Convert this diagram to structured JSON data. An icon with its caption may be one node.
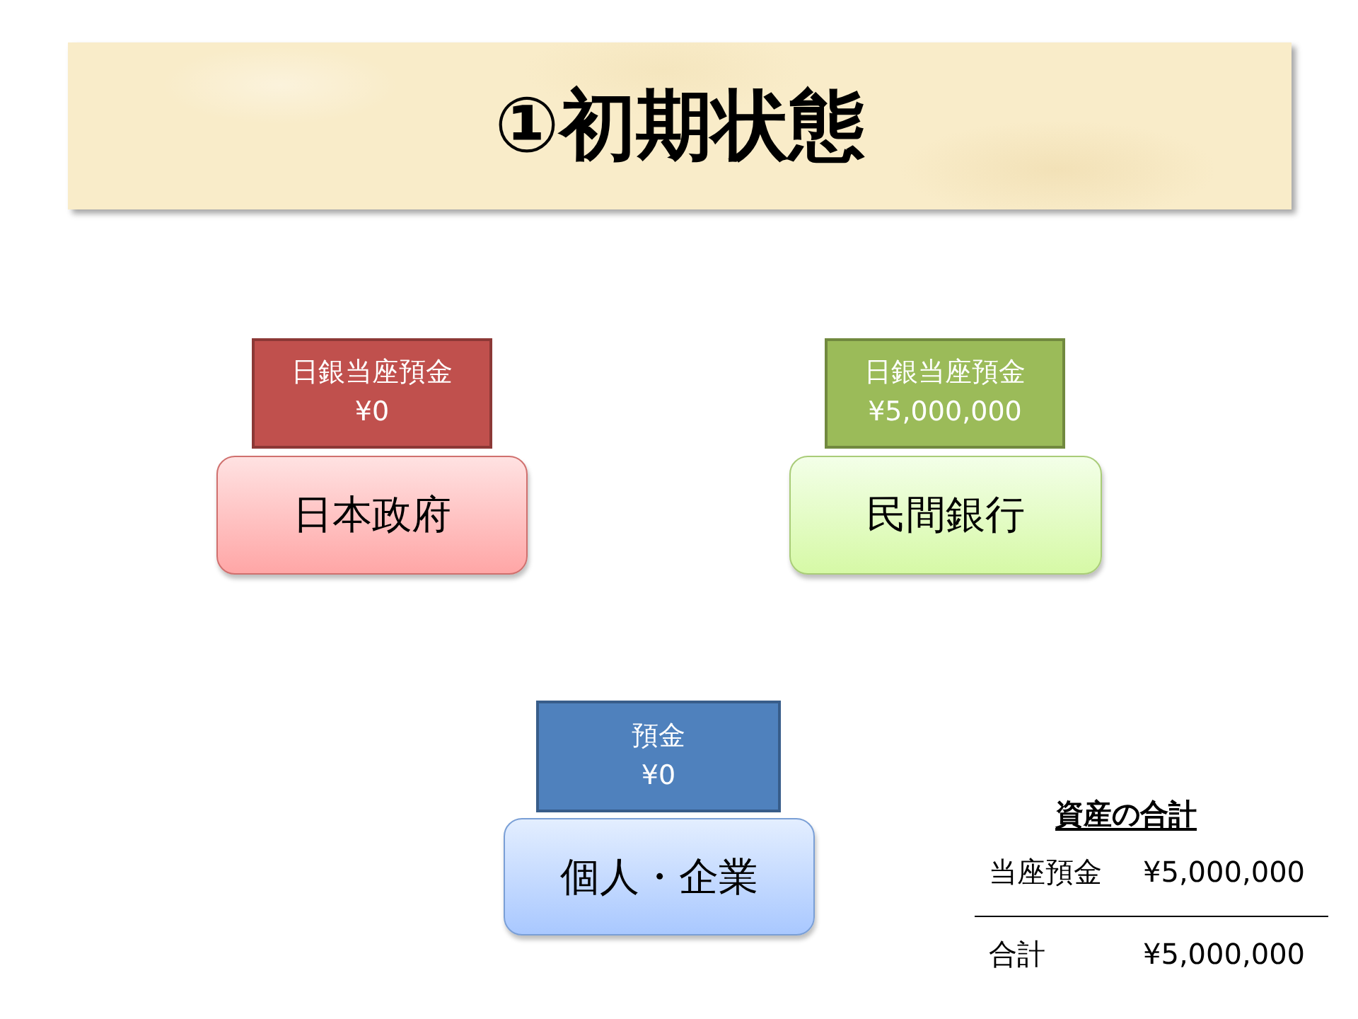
{
  "diagram": {
    "title": "①初期状態",
    "nodes": [
      {
        "text": [
          "日銀当座預金",
          "¥0"
        ]
      },
      {
        "text": [
          "日銀当座預金",
          "¥5,000,000"
        ]
      },
      {
        "text": [
          "日本政府"
        ]
      },
      {
        "text": [
          "民間銀行"
        ]
      },
      {
        "text": [
          "預金",
          "¥0"
        ]
      },
      {
        "text": [
          "個人・企業"
        ]
      }
    ],
    "labels": [
      "資産の合計",
      "当座預金",
      "¥5,000,000",
      "合計",
      "¥5,000,000"
    ]
  }
}
